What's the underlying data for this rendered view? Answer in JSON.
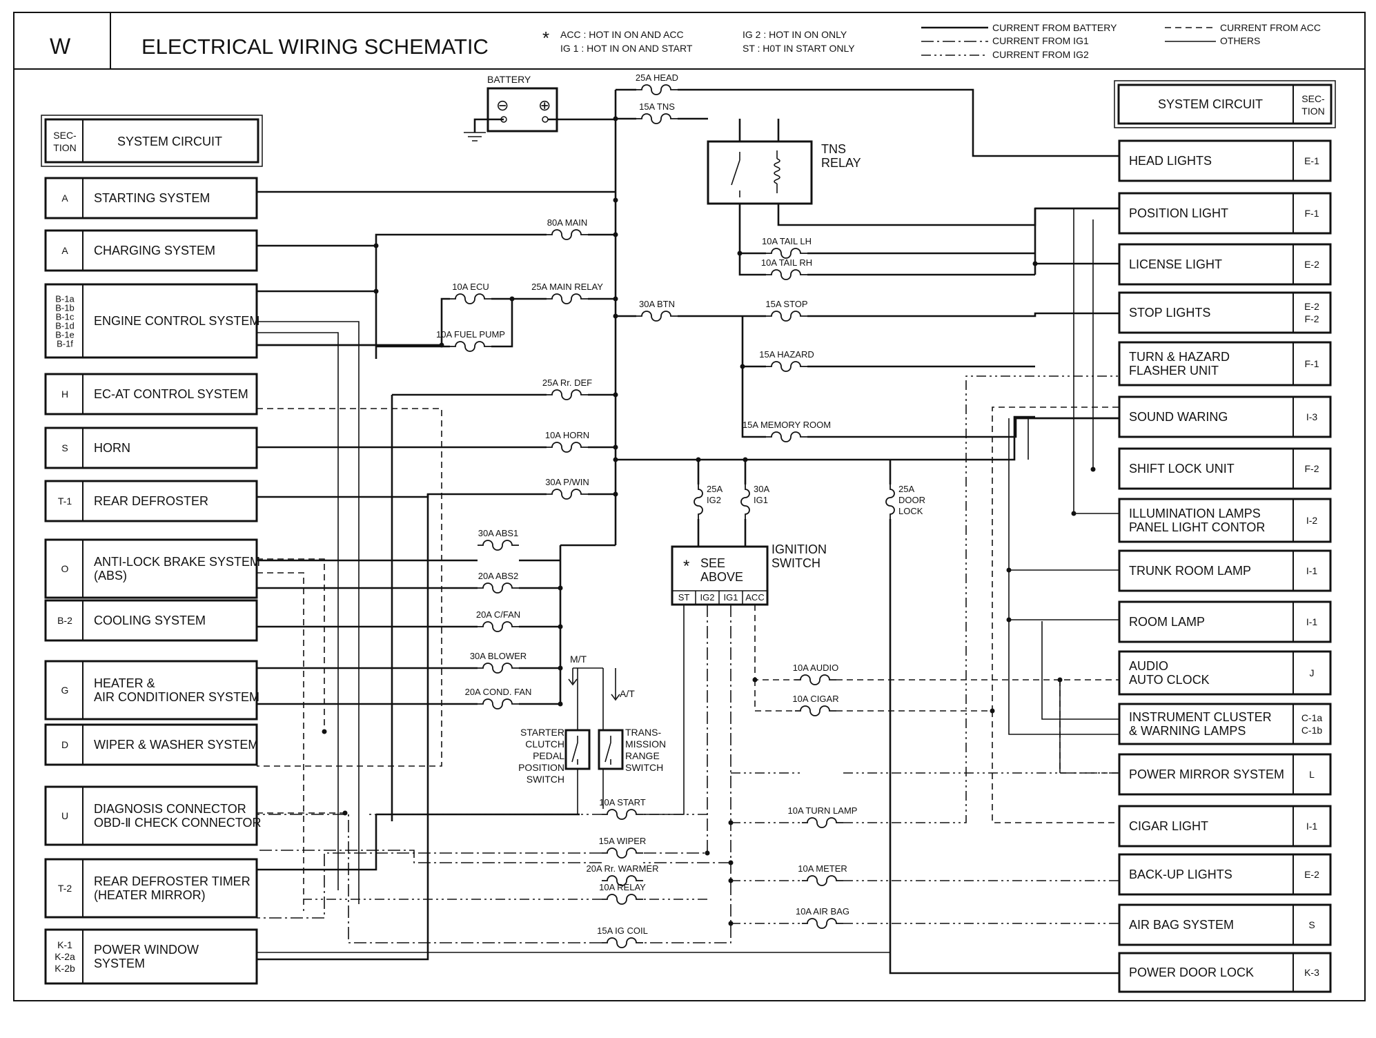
{
  "header": {
    "code": "W",
    "title": "ELECTRICAL WIRING SCHEMATIC",
    "note_star": "*",
    "notes": [
      "ACC : HOT IN ON AND ACC",
      "IG 1 : HOT IN ON AND START",
      "IG 2 : HOT IN ON ONLY",
      "ST : H0T IN START ONLY"
    ],
    "legend": [
      "CURRENT FROM BATTERY",
      "CURRENT FROM IG1",
      "CURRENT FROM IG2",
      "CURRENT FROM ACC",
      "OTHERS"
    ]
  },
  "left_header": {
    "section": "SEC-\nTION",
    "section_lines": [
      "SEC-",
      "TION"
    ],
    "circuit": "SYSTEM CIRCUIT"
  },
  "right_header": {
    "circuit": "SYSTEM CIRCUIT",
    "section_lines": [
      "SEC-",
      "TION"
    ]
  },
  "left_systems": [
    {
      "section": [
        "A"
      ],
      "name": [
        "STARTING SYSTEM"
      ]
    },
    {
      "section": [
        "A"
      ],
      "name": [
        "CHARGING SYSTEM"
      ]
    },
    {
      "section": [
        "B-1a",
        "B-1b",
        "B-1c",
        "B-1d",
        "B-1e",
        "B-1f"
      ],
      "name": [
        "ENGINE CONTROL SYSTEM"
      ]
    },
    {
      "section": [
        "H"
      ],
      "name": [
        "EC-AT CONTROL SYSTEM"
      ]
    },
    {
      "section": [
        "S"
      ],
      "name": [
        "HORN"
      ]
    },
    {
      "section": [
        "T-1"
      ],
      "name": [
        "REAR DEFROSTER"
      ]
    },
    {
      "section": [
        "O"
      ],
      "name": [
        "ANTI-LOCK BRAKE SYSTEM",
        "(ABS)"
      ]
    },
    {
      "section": [
        "B-2"
      ],
      "name": [
        "COOLING SYSTEM"
      ]
    },
    {
      "section": [
        "G"
      ],
      "name": [
        "HEATER &",
        "AIR CONDITIONER SYSTEM"
      ]
    },
    {
      "section": [
        "D"
      ],
      "name": [
        "WIPER & WASHER SYSTEM"
      ]
    },
    {
      "section": [
        "U"
      ],
      "name": [
        "DIAGNOSIS CONNECTOR",
        "OBD-Ⅱ CHECK CONNECTOR"
      ]
    },
    {
      "section": [
        "T-2"
      ],
      "name": [
        "REAR DEFROSTER TIMER",
        "(HEATER MIRROR)"
      ]
    },
    {
      "section": [
        "K-1",
        "K-2a",
        "K-2b"
      ],
      "name": [
        "POWER WINDOW",
        "SYSTEM"
      ]
    }
  ],
  "right_systems": [
    {
      "name": [
        "HEAD LIGHTS"
      ],
      "section": [
        "E-1"
      ]
    },
    {
      "name": [
        "POSITION LIGHT"
      ],
      "section": [
        "F-1"
      ]
    },
    {
      "name": [
        "LICENSE LIGHT"
      ],
      "section": [
        "E-2"
      ]
    },
    {
      "name": [
        "STOP LIGHTS"
      ],
      "section": [
        "E-2",
        "F-2"
      ]
    },
    {
      "name": [
        "TURN & HAZARD",
        "FLASHER UNIT"
      ],
      "section": [
        "F-1"
      ]
    },
    {
      "name": [
        "SOUND WARING"
      ],
      "section": [
        "I-3"
      ]
    },
    {
      "name": [
        "SHIFT LOCK UNIT"
      ],
      "section": [
        "F-2"
      ]
    },
    {
      "name": [
        "ILLUMINATION LAMPS",
        "PANEL LIGHT CONTOR"
      ],
      "section": [
        "I-2"
      ]
    },
    {
      "name": [
        "TRUNK ROOM LAMP"
      ],
      "section": [
        "I-1"
      ]
    },
    {
      "name": [
        "ROOM LAMP"
      ],
      "section": [
        "I-1"
      ]
    },
    {
      "name": [
        "AUDIO",
        "AUTO CLOCK"
      ],
      "section": [
        "J"
      ]
    },
    {
      "name": [
        "INSTRUMENT CLUSTER",
        "& WARNING LAMPS"
      ],
      "section": [
        "C-1a",
        "C-1b"
      ]
    },
    {
      "name": [
        "POWER MIRROR SYSTEM"
      ],
      "section": [
        "L"
      ]
    },
    {
      "name": [
        "CIGAR LIGHT"
      ],
      "section": [
        "I-1"
      ]
    },
    {
      "name": [
        "BACK-UP LIGHTS"
      ],
      "section": [
        "E-2"
      ]
    },
    {
      "name": [
        "AIR BAG SYSTEM"
      ],
      "section": [
        "S"
      ]
    },
    {
      "name": [
        "POWER DOOR LOCK"
      ],
      "section": [
        "K-3"
      ]
    }
  ],
  "battery": {
    "label": "BATTERY",
    "minus": "⊖",
    "plus": "⊕"
  },
  "tns_relay": [
    "TNS",
    "RELAY"
  ],
  "ignition": {
    "star": "*",
    "see": [
      "SEE",
      "ABOVE"
    ],
    "label": [
      "IGNITION",
      "SWITCH"
    ],
    "terminals": [
      "ST",
      "IG2",
      "IG1",
      "ACC"
    ]
  },
  "switches": {
    "mt": "M/T",
    "at": "A/T",
    "starter": [
      "STARTER",
      "CLUTCH",
      "PEDAL",
      "POSITION",
      "SWITCH"
    ],
    "trans": [
      "TRANS-",
      "MISSION",
      "RANGE",
      "SWITCH"
    ]
  },
  "fuses": {
    "head": "25A HEAD",
    "tns": "15A TNS",
    "main": "80A MAIN",
    "ecu": "10A ECU",
    "main_relay": "25A MAIN RELAY",
    "fuel_pump": "10A FUEL PUMP",
    "rr_def": "25A Rr. DEF",
    "horn": "10A HORN",
    "pwin": "30A P/WIN",
    "abs1": "30A ABS1",
    "abs2": "20A ABS2",
    "cfan": "20A C/FAN",
    "blower": "30A BLOWER",
    "cond_fan": "20A COND. FAN",
    "btn": "30A BTN",
    "tail_lh": "10A TAIL LH",
    "tail_rh": "10A TAIL RH",
    "stop": "15A STOP",
    "hazard": "15A HAZARD",
    "memory": "15A  MEMORY ROOM",
    "ig2": [
      "25A",
      "IG2"
    ],
    "ig1": [
      "30A",
      "IG1"
    ],
    "door_lock": [
      "25A",
      "DOOR",
      "LOCK"
    ],
    "audio": "10A AUDIO",
    "cigar": "10A CIGAR",
    "start": "10A START",
    "wiper": "15A WIPER",
    "rr_warmer": "20A Rr. WARMER",
    "relay": "10A RELAY",
    "ig_coil": "15A IG COIL",
    "turn_lamp": "10A TURN LAMP",
    "meter": "10A METER",
    "air_bag": "10A AIR BAG"
  }
}
